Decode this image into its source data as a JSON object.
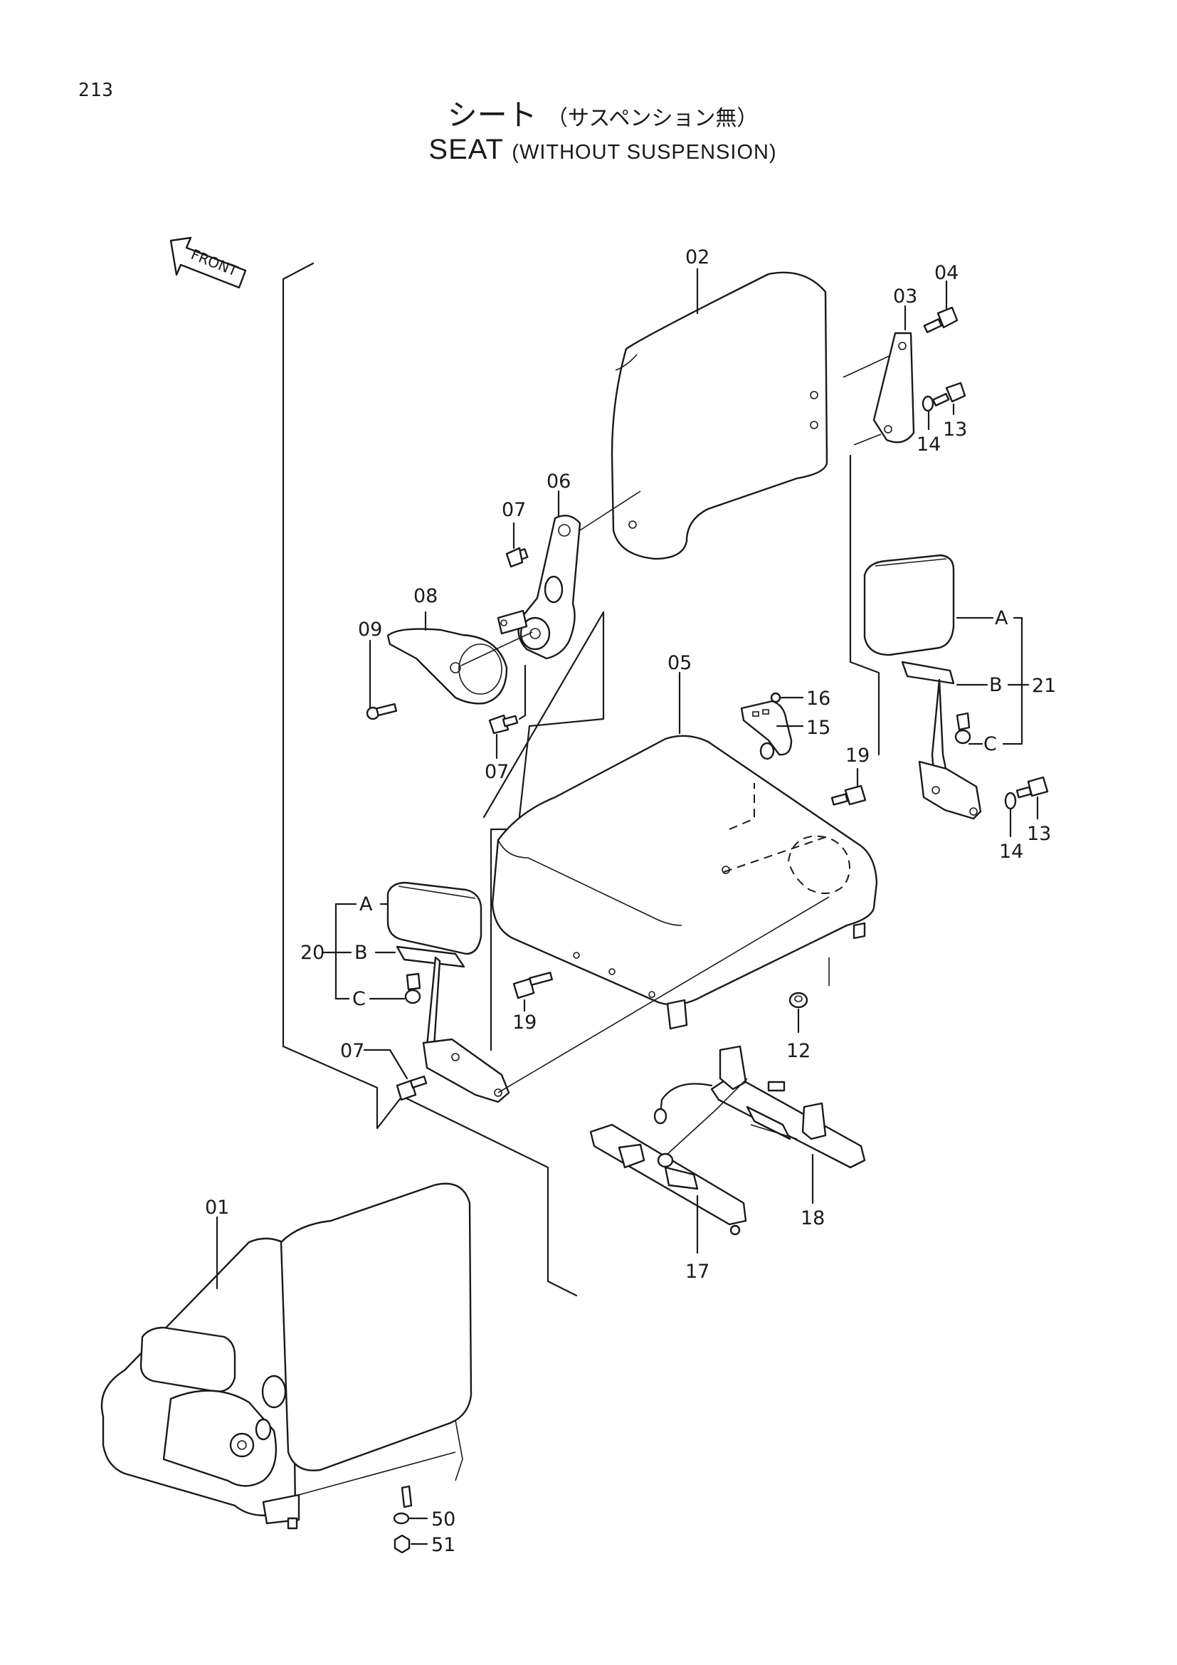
{
  "page_number": "213",
  "title": {
    "jp_main": "シート",
    "jp_sub": "（サスペンション無）",
    "en_main": "SEAT",
    "en_sub": "(WITHOUT SUSPENSION)"
  },
  "front_arrow_label": "FRONT",
  "callouts": {
    "p01": "01",
    "p02": "02",
    "p03": "03",
    "p04": "04",
    "p05": "05",
    "p06": "06",
    "p07a": "07",
    "p07b": "07",
    "p07c": "07",
    "p08": "08",
    "p09": "09",
    "p12": "12",
    "p13a": "13",
    "p13b": "13",
    "p14a": "14",
    "p14b": "14",
    "p15": "15",
    "p16": "16",
    "p17": "17",
    "p18": "18",
    "p19a": "19",
    "p19b": "19",
    "p20": "20",
    "p21": "21",
    "p50": "50",
    "p51": "51"
  },
  "sub_labels": {
    "r_a": "A",
    "r_b": "B",
    "r_c": "C",
    "l_a": "A",
    "l_b": "B",
    "l_c": "C"
  }
}
